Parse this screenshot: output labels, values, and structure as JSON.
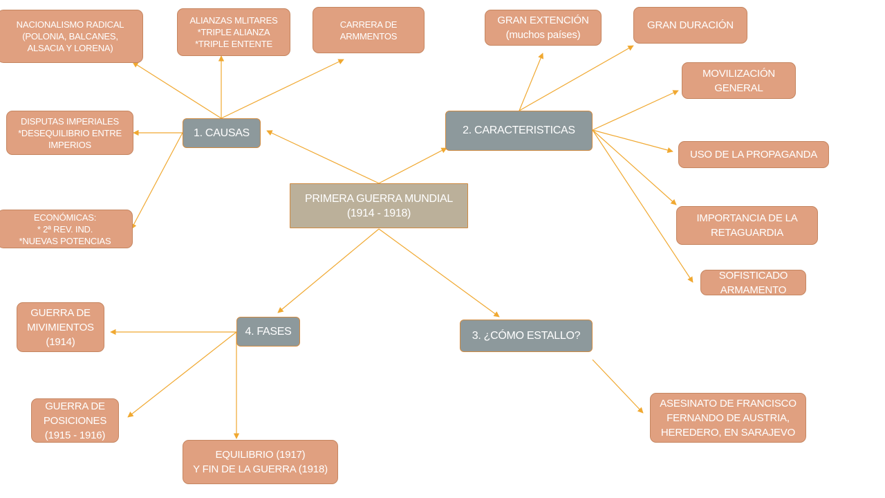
{
  "colors": {
    "connector": "#f0a830",
    "leaf": "#e0a080",
    "hub": "#8d999c",
    "center": "#bbb09a"
  },
  "center": {
    "line1": "PRIMERA GUERRA MUNDIAL",
    "line2": "(1914 - 1918)"
  },
  "causas": {
    "title": "1. CAUSAS",
    "nacionalismo": [
      "NACIONALISMO RADICAL",
      "(POLONIA, BALCANES,",
      "ALSACIA Y LORENA)"
    ],
    "alianzas": [
      "ALIANZAS MLITARES",
      "*TRIPLE ALIANZA",
      "*TRIPLE ENTENTE"
    ],
    "carrera": [
      "CARRERA DE",
      "ARMMENTOS"
    ],
    "disputas": [
      "DISPUTAS IMPERIALES",
      "*DESEQUILIBRIO ENTRE",
      "IMPERIOS"
    ],
    "economicas": [
      "ECONÓMICAS:",
      "* 2ª REV. IND.",
      "*NUEVAS POTENCIAS"
    ]
  },
  "caracteristicas": {
    "title": "2. CARACTERISTICAS",
    "extension": [
      "GRAN EXTENCIÓN",
      "(muchos países)"
    ],
    "duracion": [
      "GRAN DURACIÓN"
    ],
    "movilizacion": [
      "MOVILIZACIÓN",
      "GENERAL"
    ],
    "propaganda": [
      "USO DE LA PROPAGANDA"
    ],
    "retaguardia": [
      "IMPORTANCIA DE LA",
      "RETAGUARDIA"
    ],
    "armamento": [
      "SOFISTICADO",
      "ARMAMENTO"
    ]
  },
  "estallo": {
    "title": "3. ¿CÓMO ESTALLO?",
    "asesinato": [
      "ASESINATO DE FRANCISCO",
      "FERNANDO DE AUSTRIA,",
      "HEREDERO, EN SARAJEVO"
    ]
  },
  "fases": {
    "title": "4. FASES",
    "movimientos": [
      "GUERRA DE",
      "MIVIMIENTOS",
      "(1914)"
    ],
    "posiciones": [
      "GUERRA DE",
      "POSICIONES",
      "(1915 - 1916)"
    ],
    "equilibrio": [
      "EQUILIBRIO (1917)",
      "Y FIN DE LA GUERRA (1918)"
    ]
  }
}
